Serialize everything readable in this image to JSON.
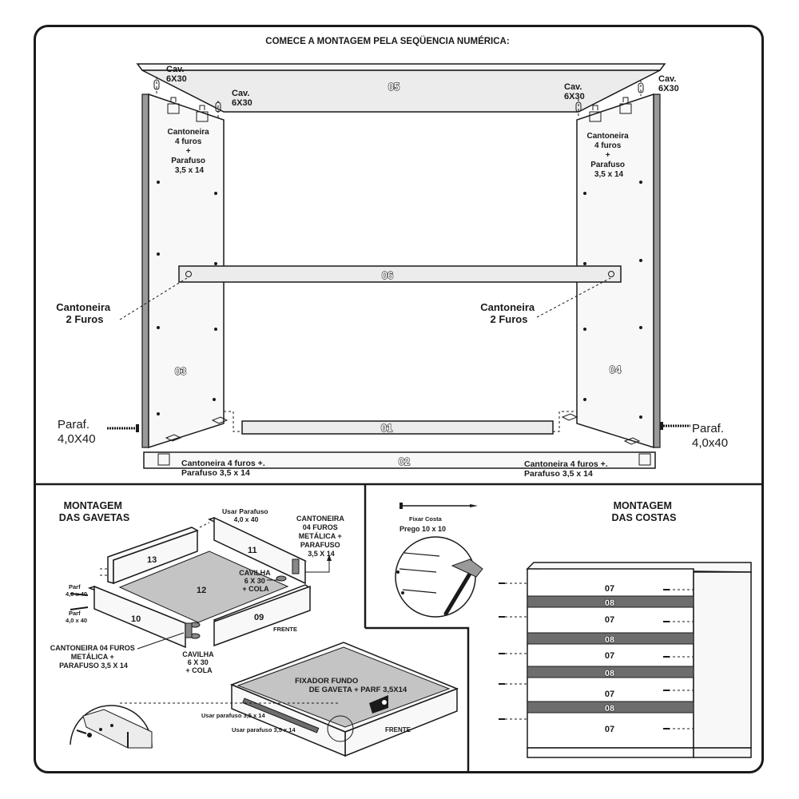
{
  "title": "COMECE A MONTAGEM PELA SEQÜENCIA NUMÉRICA:",
  "main": {
    "part_top": "05",
    "part_left": "03",
    "part_right": "04",
    "part_crossbar": "06",
    "part_bottom_back": "01",
    "part_base": "02",
    "cav_tl_a": "Cav.",
    "cav_tl_b": "6X30",
    "cav_tl2_a": "Cav.",
    "cav_tl2_b": "6X30",
    "cav_tr_a": "Cav.",
    "cav_tr_b": "6X30",
    "cav_tr2_a": "Cav.",
    "cav_tr2_b": "6X30",
    "cant_left": [
      "Cantoneira",
      "4 furos",
      "+",
      "Parafuso",
      "3,5 x 14"
    ],
    "cant_right": [
      "Cantoneira",
      "4 furos",
      "+",
      "Parafuso",
      "3,5 x 14"
    ],
    "cant2_left": [
      "Cantoneira",
      "2 Furos"
    ],
    "cant2_right": [
      "Cantoneira",
      "2 Furos"
    ],
    "paraf_left": [
      "Paraf.",
      "4,0X40"
    ],
    "paraf_right": [
      "Paraf.",
      "4,0x40"
    ],
    "base_left": [
      "Cantoneira 4 furos +.",
      "Parafuso 3,5 x 14"
    ],
    "base_right": [
      "Cantoneira 4 furos +.",
      "Parafuso 3,5 x 14"
    ]
  },
  "drawers": {
    "heading": [
      "MONTAGEM",
      "DAS GAVETAS"
    ],
    "part_13": "13",
    "part_11": "11",
    "part_12": "12",
    "part_10": "10",
    "part_09": "09",
    "usar_parafuso": [
      "Usar Parafuso",
      "4,0 x 40"
    ],
    "cant_metal_right": [
      "CANTONEIRA",
      "04 FUROS",
      "METÁLICA +",
      "PARAFUSO",
      "3,5 X 14"
    ],
    "cavilha_top": [
      "CAVILHA",
      "6 X 30",
      "+ COLA"
    ],
    "parf_a": [
      "Parf",
      "4,0 x 40"
    ],
    "parf_b": [
      "Parf",
      "4,0 x 40"
    ],
    "frente_1": "FRENTE",
    "cant_metal_left": [
      "CANTONEIRA 04 FUROS",
      "METÁLICA +",
      "PARAFUSO 3,5 X 14"
    ],
    "cavilha_bottom": [
      "CAVILHA",
      "6 X 30",
      "+ COLA"
    ],
    "fixador": [
      "FIXADOR FUNDO",
      "DE GAVETA + PARF 3,5X14"
    ],
    "usar_p1": "Usar parafuso 3,5 x 14",
    "usar_p2": "Usar parafuso 3,5 x 14",
    "frente_2": "FRENTE"
  },
  "backs": {
    "heading": [
      "MONTAGEM",
      "DAS COSTAS"
    ],
    "fixar_costa": "Fixar Costa",
    "prego": "Prego 10 x 10",
    "rows": [
      "07",
      "08",
      "07",
      "08",
      "07",
      "08",
      "07",
      "08",
      "07"
    ]
  }
}
